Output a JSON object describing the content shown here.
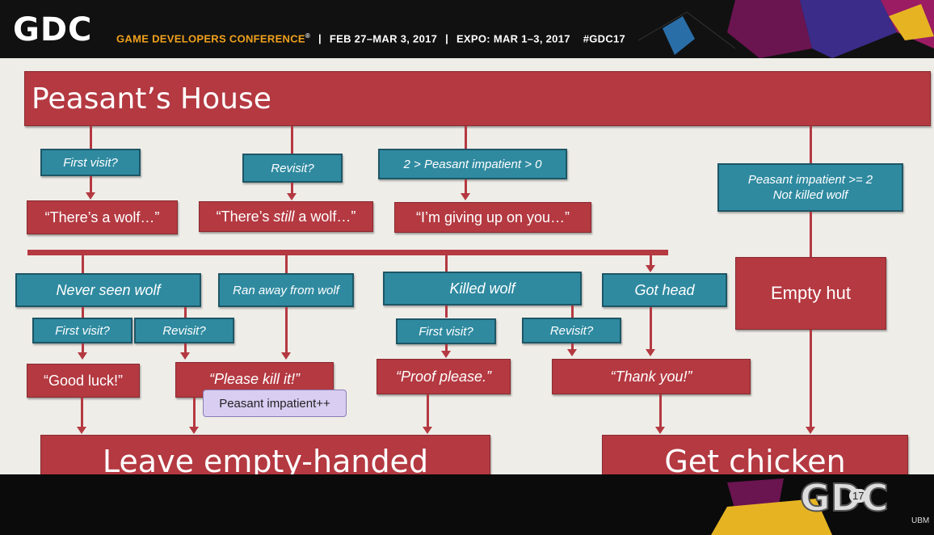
{
  "banner": {
    "logo": "GDC",
    "conference": "GAME DEVELOPERS CONFERENCE",
    "registered": "®",
    "dates": "FEB 27–MAR 3, 2017",
    "expo": "EXPO: MAR 1–3, 2017",
    "hashtag": "#GDC17"
  },
  "slide": {
    "title": "Peasant’s House",
    "top_conditions": [
      "First visit?",
      "Revisit?",
      "2 > Peasant impatient > 0"
    ],
    "top_condition_right_line1": "Peasant impatient >= 2",
    "top_condition_right_line2": "Not killed wolf",
    "top_responses": {
      "wolf": "“There’s a wolf…”",
      "still_prefix": "“There’s ",
      "still_word": "still",
      "still_suffix": " a wolf…”",
      "giving_up": "“I’m giving up on you…”"
    },
    "states": [
      "Never seen wolf",
      "Ran away from wolf",
      "Killed wolf",
      "Got head"
    ],
    "empty_hut": "Empty hut",
    "sub_conditions": [
      "First visit?",
      "Revisit?",
      "First visit?",
      "Revisit?"
    ],
    "bottom_responses": [
      "“Good luck!”",
      "“Please kill it!”",
      "“Proof please.”",
      "“Thank you!”"
    ],
    "note": "Peasant impatient++",
    "outcomes": [
      "Leave empty-handed",
      "Get chicken"
    ]
  },
  "footer": {
    "logo": "GDC",
    "badge": "17",
    "sponsor": "UBM"
  },
  "colors": {
    "red": "#b43941",
    "teal": "#2f8aa0",
    "background": "#efede8",
    "note": "#d9cdf2"
  }
}
